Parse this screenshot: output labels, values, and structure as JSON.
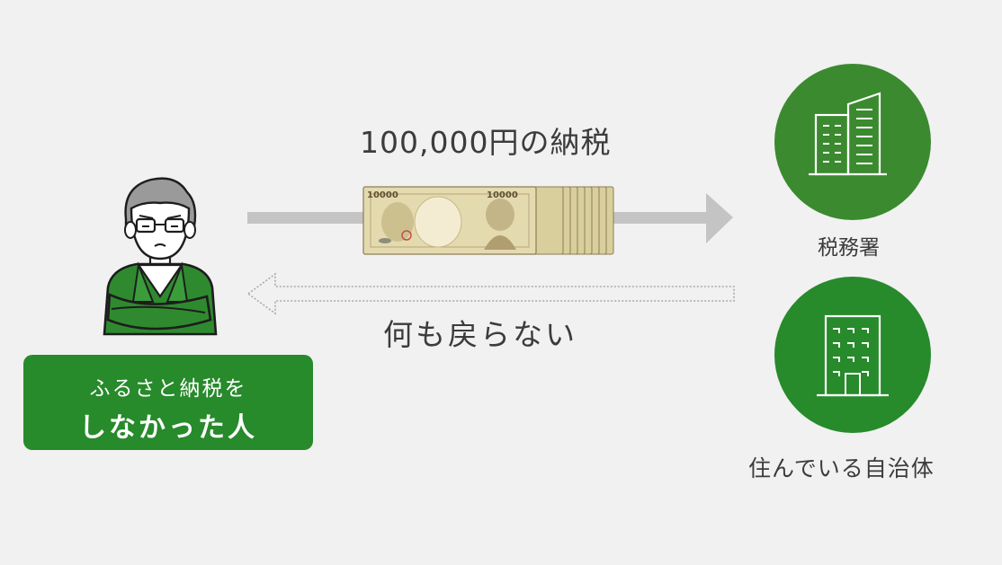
{
  "flow": {
    "tax_payment_label": "100,000円の納税",
    "nothing_returned_label": "何も戻らない"
  },
  "person": {
    "badge_line1": "ふるさと納税を",
    "badge_line2": "しなかった人"
  },
  "banknote": {
    "denomination_text": "10000"
  },
  "entities": {
    "tax_office_label": "税務署",
    "municipality_label": "住んでいる自治体"
  },
  "colors": {
    "background": "#f1f1f1",
    "brand_green": "#278a2b",
    "arrow_gray": "#c4c4c4",
    "text": "#3c3c3c"
  }
}
